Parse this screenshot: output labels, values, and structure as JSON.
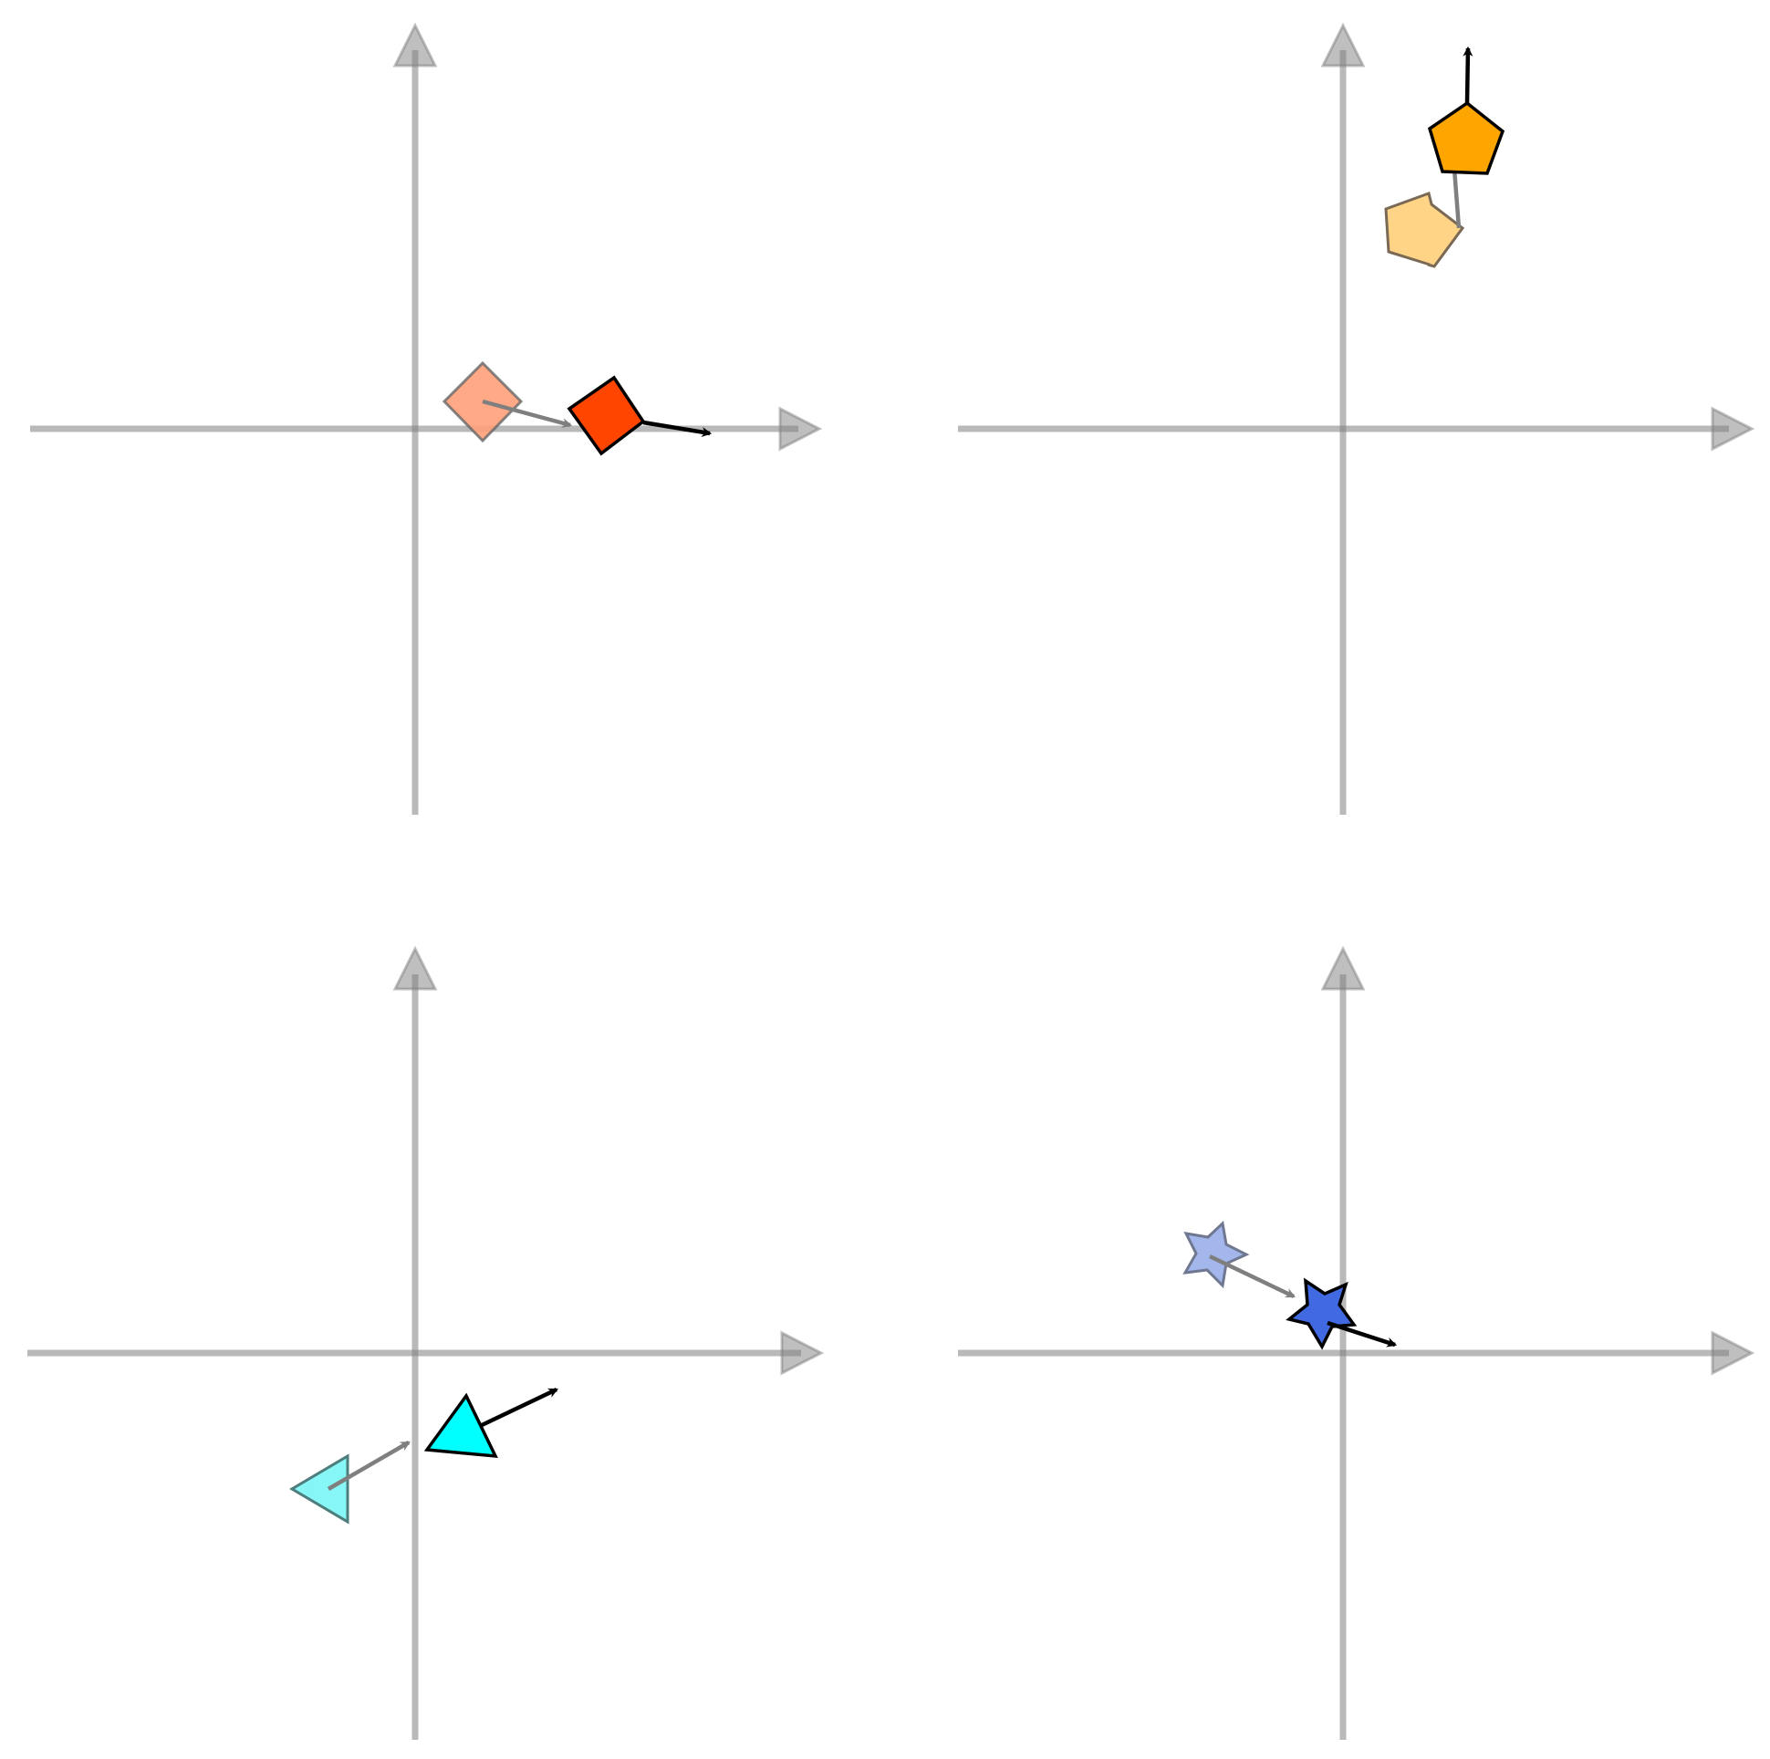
{
  "figure": {
    "panels": [
      {
        "id": "top-left",
        "shape": "diamond",
        "color_current": "#ff4500",
        "color_previous": "#ffa07a"
      },
      {
        "id": "top-right",
        "shape": "pentagon",
        "color_current": "#ffa500",
        "color_previous": "#ffd27f"
      },
      {
        "id": "bottom-left",
        "shape": "triangle",
        "color_current": "#00ffff",
        "color_previous": "#7ff5f5"
      },
      {
        "id": "bottom-right",
        "shape": "star",
        "color_current": "#4169e1",
        "color_previous": "#9fb3ec"
      }
    ],
    "axis_color": "#808080",
    "arrow_current": "#000000",
    "arrow_previous": "#7f7f7f"
  }
}
